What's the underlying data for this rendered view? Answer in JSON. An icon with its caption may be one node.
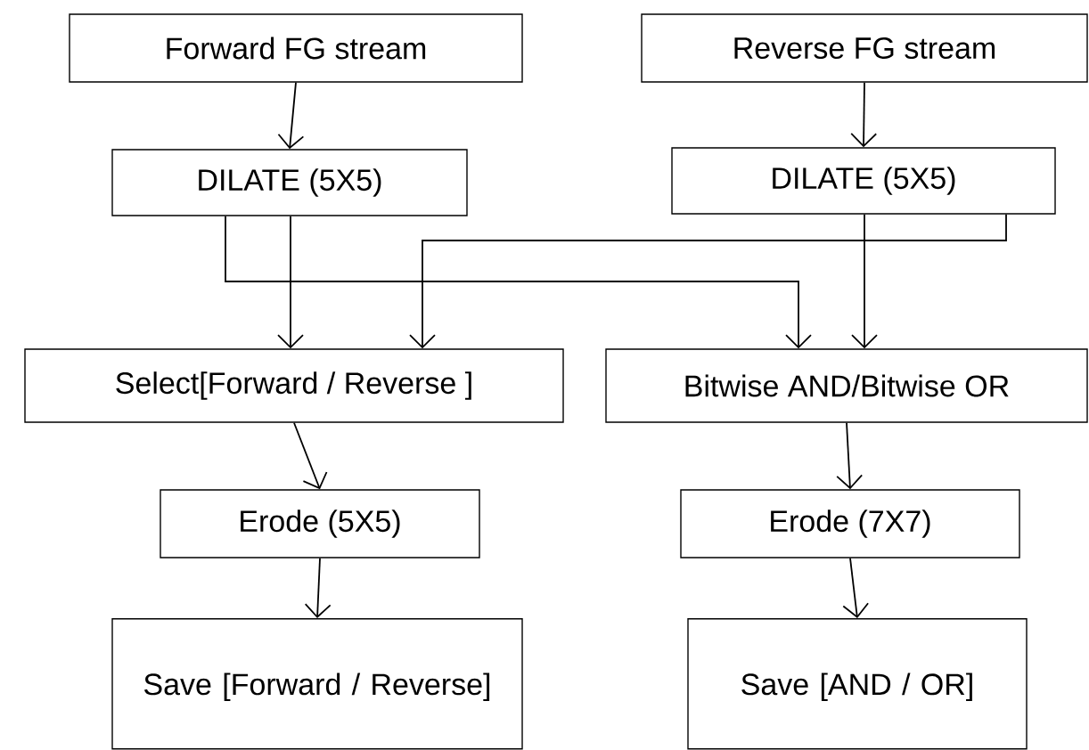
{
  "diagram": {
    "nodes": [
      {
        "text": [
          "Forward FG stream"
        ]
      },
      {
        "text": [
          "Reverse FG stream"
        ]
      },
      {
        "text": [
          "DILATE (5X5)"
        ]
      },
      {
        "text": [
          "DILATE (5X5)"
        ]
      },
      {
        "text": [
          "Select[Forward / Reverse ]"
        ]
      },
      {
        "text": [
          "Bitwise AND/Bitwise OR"
        ]
      },
      {
        "text": [
          "Erode (5X5)"
        ]
      },
      {
        "text": [
          "Erode (7X7)"
        ]
      },
      {
        "text": [
          "Save [Forward / Reverse]"
        ]
      },
      {
        "text": [
          "Save [AND / OR]"
        ]
      }
    ],
    "edges": [
      {
        "from": 0,
        "to": 2,
        "arrow": "to"
      },
      {
        "from": 1,
        "to": 3,
        "arrow": "to"
      },
      {
        "from": 2,
        "to": 4,
        "arrow": "to"
      },
      {
        "from": 2,
        "to": 5,
        "arrow": "to"
      },
      {
        "from": 3,
        "to": 4,
        "arrow": "to"
      },
      {
        "from": 3,
        "to": 5,
        "arrow": "to"
      },
      {
        "from": 4,
        "to": 6,
        "arrow": "to"
      },
      {
        "from": 5,
        "to": 7,
        "arrow": "to"
      },
      {
        "from": 6,
        "to": 8,
        "arrow": "to"
      },
      {
        "from": 7,
        "to": 9,
        "arrow": "to"
      }
    ]
  }
}
